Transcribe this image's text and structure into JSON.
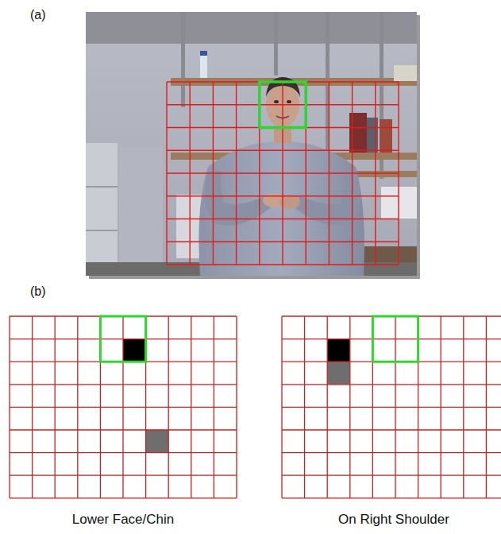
{
  "diagram": {
    "labels": [
      "(a)",
      "(b)",
      "Lower Face/Chin",
      "On Right Shoulder"
    ]
  }
}
